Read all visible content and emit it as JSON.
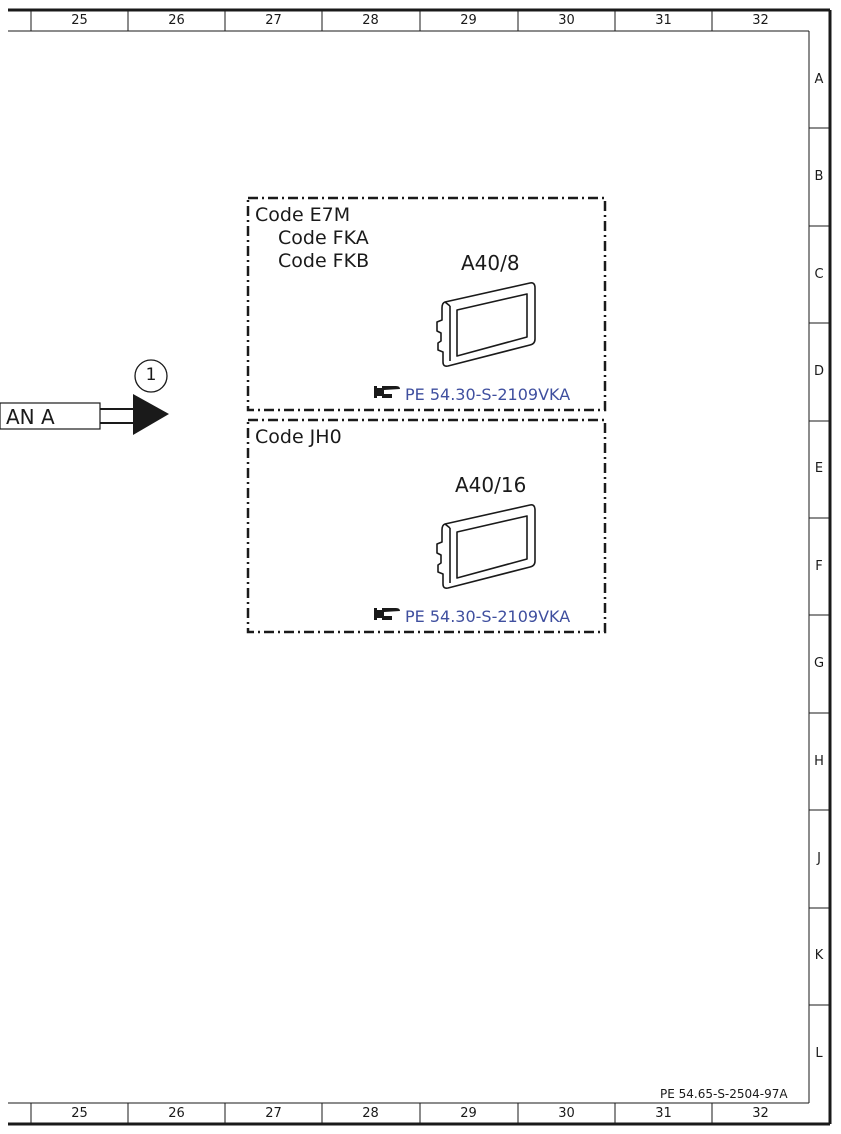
{
  "columns": [
    "25",
    "26",
    "27",
    "28",
    "29",
    "30",
    "31",
    "32"
  ],
  "rows": [
    "A",
    "B",
    "C",
    "D",
    "E",
    "F",
    "G",
    "H",
    "J",
    "K",
    "L"
  ],
  "connector": {
    "label": "AN A",
    "marker": "1"
  },
  "boxes": [
    {
      "codes": [
        "Code E7M",
        "Code FKA",
        "Code FKB"
      ],
      "component": "A40/8",
      "ref": "PE 54.30-S-2109VKA",
      "ref_icon": "pointing-hand-icon"
    },
    {
      "codes": [
        "Code JH0"
      ],
      "component": "A40/16",
      "ref": "PE 54.30-S-2109VKA",
      "ref_icon": "pointing-hand-icon"
    }
  ],
  "document_id": "PE 54.65-S-2504-97A",
  "colors": {
    "line": "#1a1a1a",
    "reference_link": "#3f4f9f"
  }
}
